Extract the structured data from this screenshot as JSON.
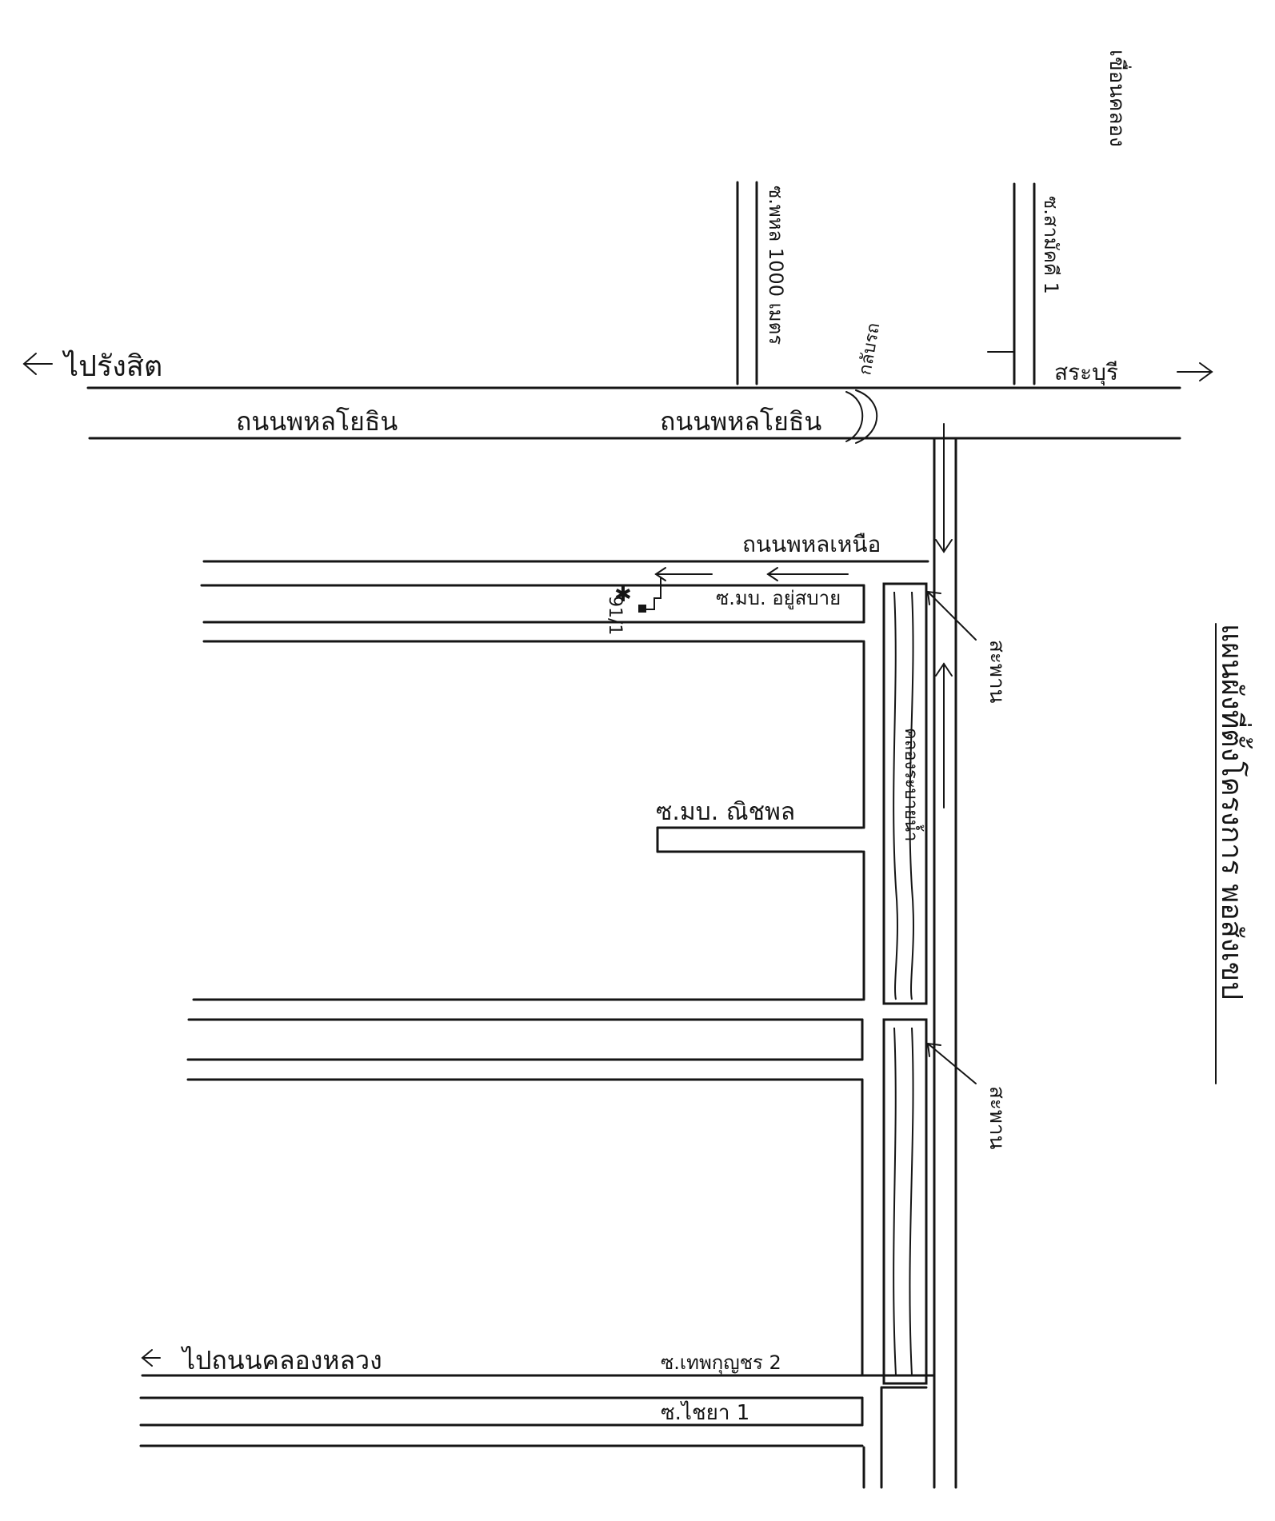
{
  "map": {
    "title": "แผนผังที่ตั้งโครงการ",
    "labels": {
      "to_rangsit": "ไปรังสิต",
      "highway_west": "ถนนพหลโยธิน",
      "highway_east": "ถนนพหลโยธิน",
      "to_saraburi": "สระบุรี",
      "soi_1000": "ซ.พหล 1000 เมตร",
      "soi_right": "ซ.สามัคคี 1",
      "top_right_note": "เขื่อนคลอง",
      "u_turn": "กลับรถ",
      "road_entry": "ถนนพหลเหนือ",
      "soi_yu_sabai": "ซ.มบ. อยู่สบาย",
      "house_no": "91/1",
      "soi_nichapol": "ซ.มบ. ณิชพล",
      "canal": "คลองระบายน้ำ",
      "bridge_1": "สะพาน",
      "bridge_2": "สะพาน",
      "to_khlong_luang": "ไปถนนคลองหลวง",
      "soi_thep": "ซ.เทพกุญชร 2",
      "soi_chaiya": "ซ.ไชยา 1",
      "side_title": "แผนผังที่ตั้งโครงการ พอสังเขป"
    }
  }
}
